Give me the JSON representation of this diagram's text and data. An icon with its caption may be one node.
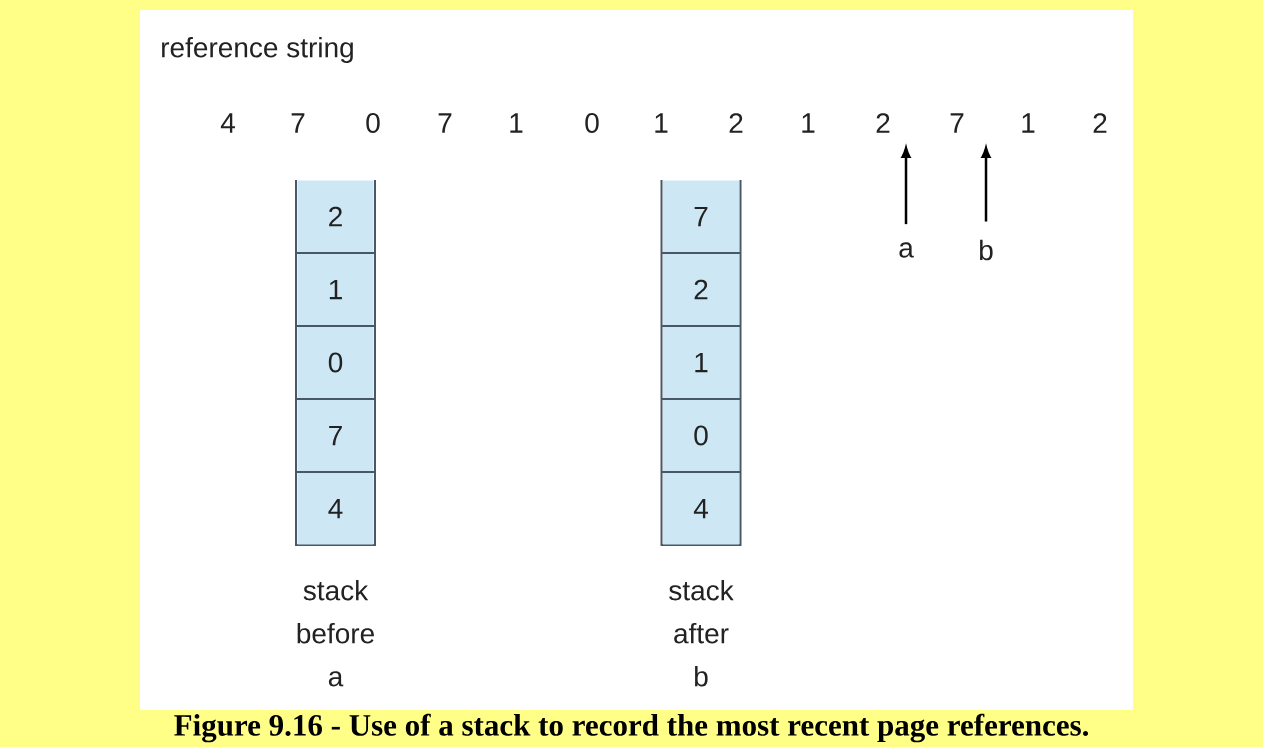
{
  "diagram": {
    "caption": "Figure 9.16 - Use of a stack to record the most recent page references.",
    "nodes": [
      {
        "text": [
          "stack before a"
        ]
      },
      {
        "text": [
          "2"
        ],
        "in": 0
      },
      {
        "text": [
          "1"
        ],
        "in": 0
      },
      {
        "text": [
          "0"
        ],
        "in": 0
      },
      {
        "text": [
          "7"
        ],
        "in": 0
      },
      {
        "text": [
          "4"
        ],
        "in": 0
      },
      {
        "text": [
          "stack after b"
        ]
      },
      {
        "text": [
          "7"
        ],
        "in": 6
      },
      {
        "text": [
          "2"
        ],
        "in": 6
      },
      {
        "text": [
          "1"
        ],
        "in": 6
      },
      {
        "text": [
          "0"
        ],
        "in": 6
      },
      {
        "text": [
          "4"
        ],
        "in": 6
      },
      {
        "text": [
          "a"
        ]
      },
      {
        "text": [
          "b"
        ]
      }
    ],
    "edges": [
      {
        "from": 12,
        "to": null,
        "arrow": "to"
      },
      {
        "from": 13,
        "to": null,
        "arrow": "to"
      }
    ],
    "labels": [
      "reference string",
      "4",
      "7",
      "0",
      "7",
      "1",
      "0",
      "1",
      "2",
      "1",
      "2",
      "7",
      "1",
      "2"
    ]
  }
}
